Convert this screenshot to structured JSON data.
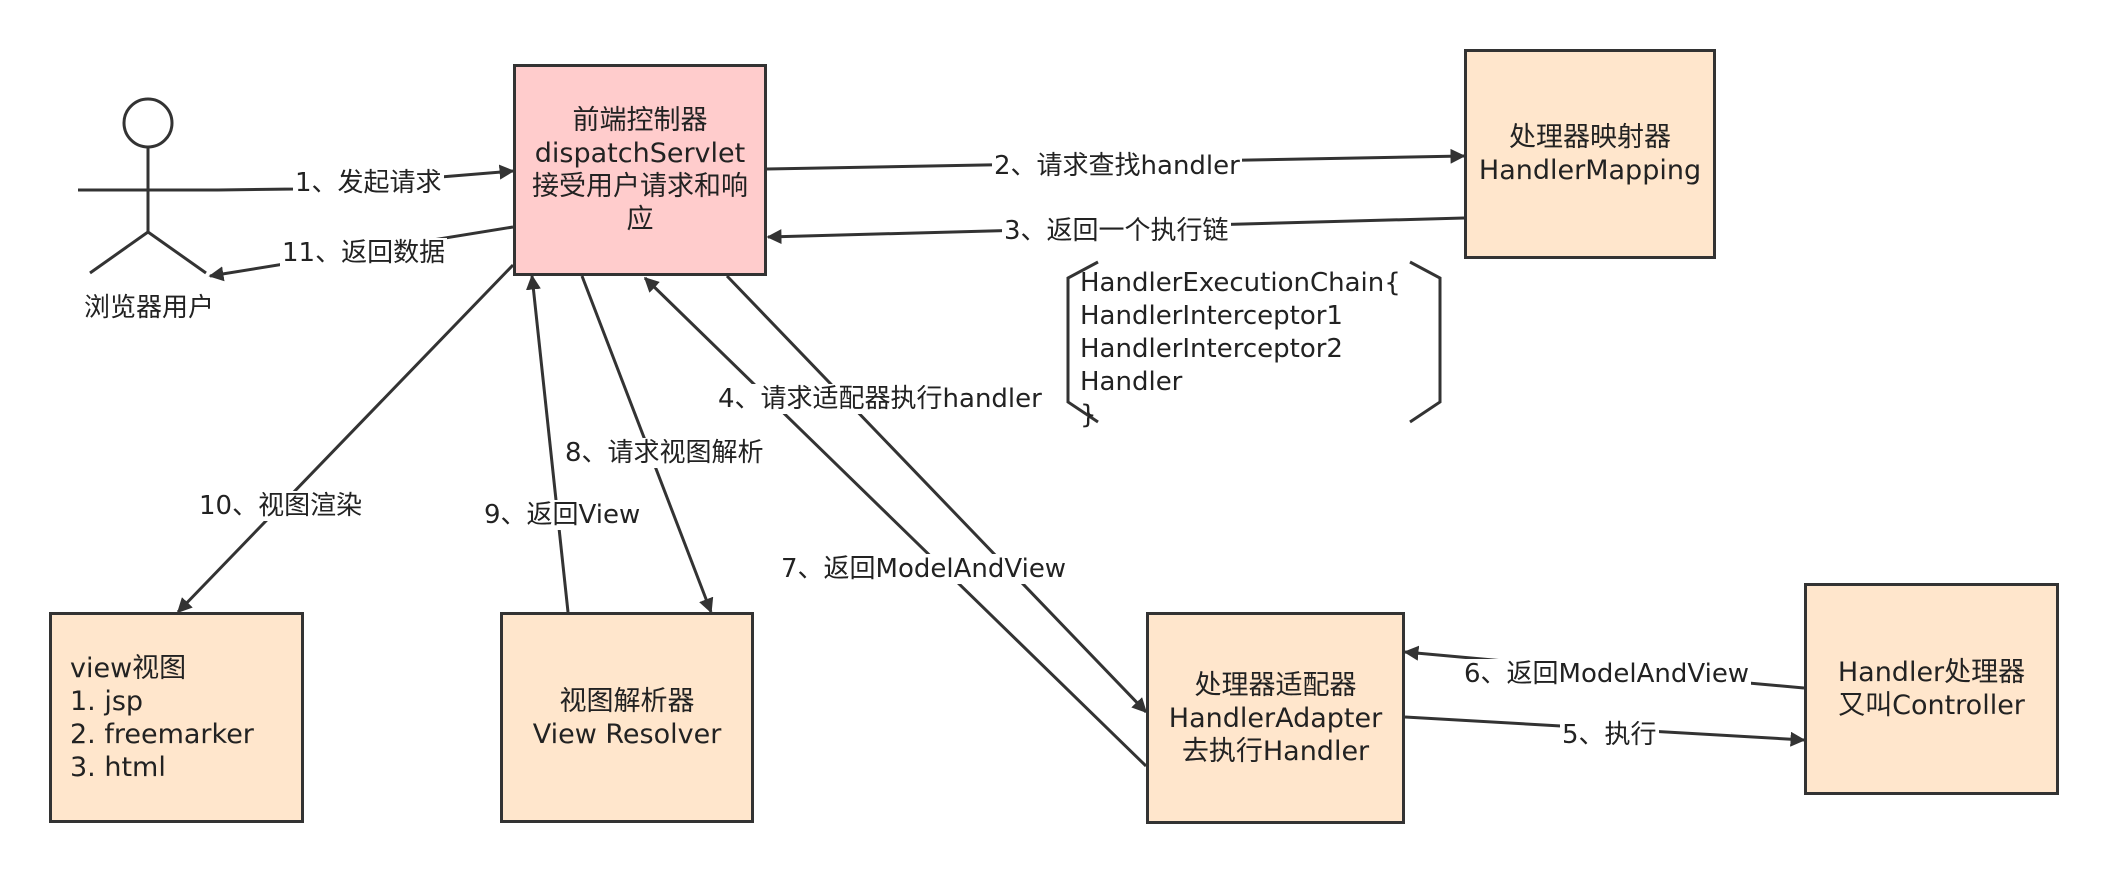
{
  "colors": {
    "box_fill": "#ffe6cc",
    "front_fill": "#ffcccc",
    "stroke": "#333333"
  },
  "actor": {
    "label": "浏览器用户"
  },
  "boxes": {
    "front_controller": [
      "前端控制器",
      "dispatchServlet",
      "接受用户请求和响",
      "应"
    ],
    "handler_mapping": [
      "处理器映射器",
      "HandlerMapping"
    ],
    "handler_adapter": [
      "处理器适配器",
      "HandlerAdapter",
      "去执行Handler"
    ],
    "handler": [
      "Handler处理器",
      "又叫Controller"
    ],
    "view_resolver": [
      "视图解析器",
      "View Resolver"
    ],
    "view": [
      "view视图",
      "1. jsp",
      "2. freemarker",
      "3. html"
    ]
  },
  "chain_note": [
    "HandlerExecutionChain{",
    "HandlerInterceptor1",
    "HandlerInterceptor2",
    "Handler",
    "}"
  ],
  "arrows": {
    "a1": "1、发起请求",
    "a2": "2、请求查找handler",
    "a3": "3、返回一个执行链",
    "a4": "4、请求适配器执行handler",
    "a5": "5、执行",
    "a6": "6、返回ModelAndView",
    "a7": "7、返回ModelAndView",
    "a8": "8、请求视图解析",
    "a9": "9、返回View",
    "a10": "10、视图渲染",
    "a11": "11、返回数据"
  }
}
